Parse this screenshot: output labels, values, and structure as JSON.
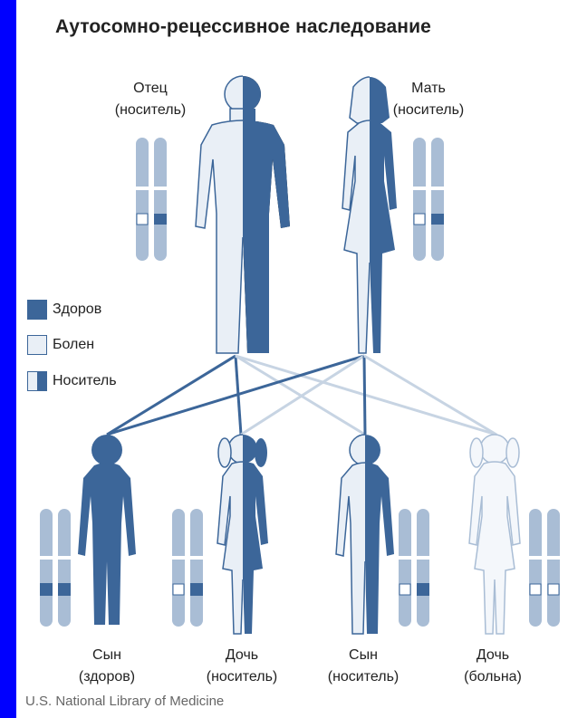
{
  "title": "Аутосомно-рецессивное наследование",
  "parents": {
    "father": {
      "name": "Отец",
      "status": "(носитель)"
    },
    "mother": {
      "name": "Мать",
      "status": "(носитель)"
    }
  },
  "legend": {
    "healthy": "Здоров",
    "sick": "Болен",
    "carrier": "Носитель"
  },
  "children": [
    {
      "name": "Сын",
      "status": "(здоров)"
    },
    {
      "name": "Дочь",
      "status": "(носитель)"
    },
    {
      "name": "Сын",
      "status": "(носитель)"
    },
    {
      "name": "Дочь",
      "status": "(больна)"
    }
  ],
  "credit": "U.S. National Library of Medicine",
  "colors": {
    "dark": "#3c6699",
    "light": "#e9eff6",
    "chromosome": "#a9bdd5",
    "frame": "#0000ff"
  }
}
